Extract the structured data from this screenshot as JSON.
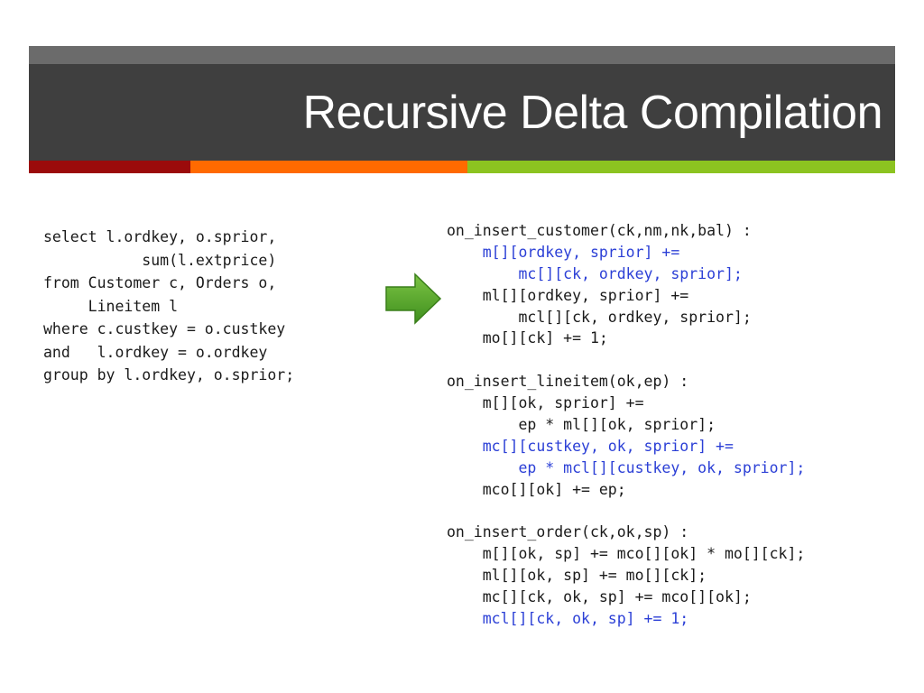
{
  "title": "Recursive Delta Compilation",
  "colors": {
    "title_bar": "#3f3f3f",
    "top_band": "#6b6b6b",
    "stripe_red": "#9b0b0b",
    "stripe_orange": "#ff6a00",
    "stripe_green": "#8cc320",
    "highlight_blue": "#2b3fd6",
    "arrow_green": "#5aa62a"
  },
  "arrow_icon": "right-arrow-icon",
  "sql_lines": [
    "select l.ordkey, o.sprior,",
    "           sum(l.extprice)",
    "from Customer c, Orders o,",
    "     Lineitem l",
    "where c.custkey = o.custkey",
    "and   l.ordkey = o.ordkey",
    "group by l.ordkey, o.sprior;"
  ],
  "trigger_lines": [
    {
      "text": "on_insert_customer(ck,nm,nk,bal) :",
      "blue": false
    },
    {
      "text": "    m[][ordkey, sprior] +=",
      "blue": true
    },
    {
      "text": "        mc[][ck, ordkey, sprior];",
      "blue": true
    },
    {
      "text": "    ml[][ordkey, sprior] +=",
      "blue": false
    },
    {
      "text": "        mcl[][ck, ordkey, sprior];",
      "blue": false
    },
    {
      "text": "    mo[][ck] += 1;",
      "blue": false
    },
    {
      "text": "",
      "blue": false
    },
    {
      "text": "on_insert_lineitem(ok,ep) :",
      "blue": false
    },
    {
      "text": "    m[][ok, sprior] +=",
      "blue": false
    },
    {
      "text": "        ep * ml[][ok, sprior];",
      "blue": false
    },
    {
      "text": "    mc[][custkey, ok, sprior] +=",
      "blue": true
    },
    {
      "text": "        ep * mcl[][custkey, ok, sprior];",
      "blue": true
    },
    {
      "text": "    mco[][ok] += ep;",
      "blue": false
    },
    {
      "text": "",
      "blue": false
    },
    {
      "text": "on_insert_order(ck,ok,sp) :",
      "blue": false
    },
    {
      "text": "    m[][ok, sp] += mco[][ok] * mo[][ck];",
      "blue": false
    },
    {
      "text": "    ml[][ok, sp] += mo[][ck];",
      "blue": false
    },
    {
      "text": "    mc[][ck, ok, sp] += mco[][ok];",
      "blue": false
    },
    {
      "text": "    mcl[][ck, ok, sp] += 1;",
      "blue": true
    }
  ]
}
